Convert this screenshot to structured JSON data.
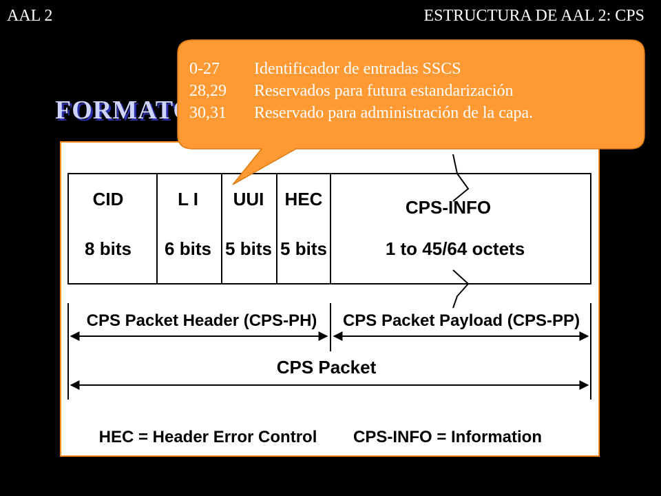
{
  "header": {
    "left": "AAL 2",
    "right": "ESTRUCTURA DE AAL 2: CPS"
  },
  "title": "FORMATO",
  "fields": [
    {
      "name": "CID",
      "size": "8 bits"
    },
    {
      "name": "L I",
      "size": "6 bits"
    },
    {
      "name": "UUI",
      "size": "5 bits"
    },
    {
      "name": "HEC",
      "size": "5 bits"
    },
    {
      "name": "CPS-INFO",
      "size": "1 to 45/64 octets"
    }
  ],
  "spans": {
    "header": "CPS Packet Header (CPS-PH)",
    "payload": "CPS Packet Payload (CPS-PP)",
    "packet": "CPS Packet"
  },
  "legend": {
    "hec": "HEC = Header Error Control",
    "info": "CPS-INFO = Information"
  },
  "callout": {
    "rows": [
      {
        "code": "0-27",
        "text": "Identificador de entradas SSCS"
      },
      {
        "code": "28,29",
        "text": "Reservados para futura estandarización"
      },
      {
        "code": "30,31",
        "text": "Reservado para administración de la capa."
      }
    ]
  },
  "colors": {
    "callout": "#ff9933",
    "panel_border": "#ff8c1a",
    "title_fill": "#cfd4ff",
    "title_shadow": "#2a2fa8"
  }
}
